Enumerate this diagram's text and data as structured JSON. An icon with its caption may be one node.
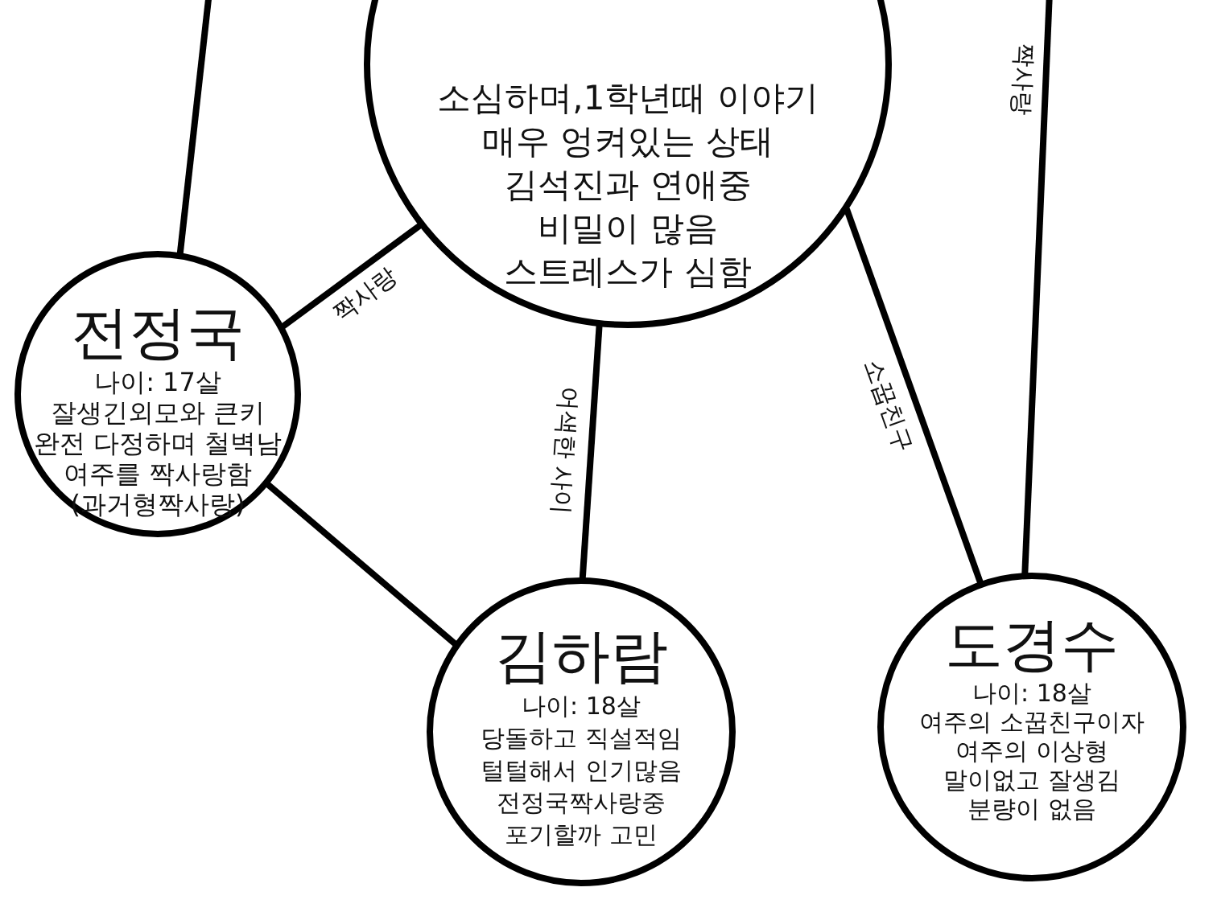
{
  "diagram": {
    "nodes": [
      {
        "text": [
          "소심하며,1학년때 이야기",
          "매우 엉켜있는 상태",
          "김석진과 연애중",
          "비밀이 많음",
          "스트레스가 심함"
        ]
      },
      {
        "text": [
          "전정국",
          "나이: 17살",
          "잘생긴외모와 큰키",
          "완전 다정하며 철벽남",
          "여주를 짝사랑함",
          "(과거형짝사랑)"
        ]
      },
      {
        "text": [
          "김하람",
          "나이: 18살",
          "당돌하고 직설적임",
          "털털해서 인기많음",
          "전정국짝사랑중",
          "포기할까 고민"
        ]
      },
      {
        "text": [
          "도경수",
          "나이: 18살",
          "여주의 소꿉친구이자",
          "여주의 이상형",
          "말이없고 잘생김",
          "분량이 없음"
        ]
      }
    ],
    "edges": [
      {
        "from": null,
        "to": 1,
        "arrow": "none"
      },
      {
        "from": 1,
        "to": 0,
        "arrow": "none",
        "label": "짝사랑"
      },
      {
        "from": 1,
        "to": 2,
        "arrow": "none"
      },
      {
        "from": 0,
        "to": 2,
        "arrow": "none",
        "label": "어색한 사이"
      },
      {
        "from": 0,
        "to": 3,
        "arrow": "none",
        "label": "소꿉친구"
      },
      {
        "from": null,
        "to": 3,
        "arrow": "none",
        "label": "짝사랑"
      }
    ]
  }
}
